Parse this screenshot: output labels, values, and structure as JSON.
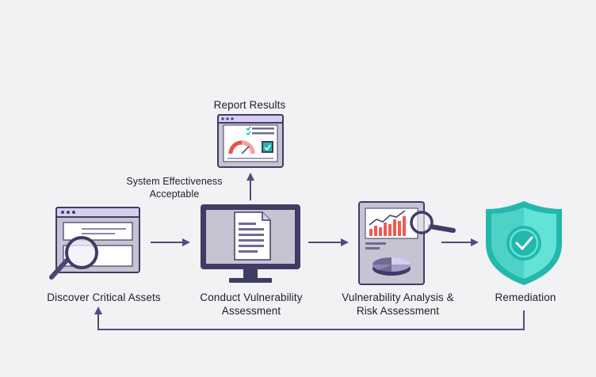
{
  "steps": {
    "discover": "Discover Critical Assets",
    "conduct_line1": "Conduct Vulnerability",
    "conduct_line2": "Assessment",
    "analysis_line1": "Vulnerability Analysis &",
    "analysis_line2": "Risk Assessment",
    "remediation": "Remediation",
    "report": "Report Results"
  },
  "branch_label": {
    "line1": "System Effectiveness",
    "line2": "Acceptable"
  },
  "icons": {
    "discover": "browser-window-magnifier-icon",
    "conduct": "monitor-document-icon",
    "analysis": "report-chart-magnifier-icon",
    "remediation": "shield-check-icon",
    "report": "dashboard-gauge-icon"
  },
  "colors": {
    "background": "#f2f1f3",
    "purple_light": "#d6cdf0",
    "purple_dark": "#3f3d63",
    "window_bg": "#c7c3d3",
    "arrow": "#4f4d7c",
    "teal": "#23b7ad",
    "teal_light": "#62e3d6",
    "gauge_red": "#e5534b",
    "bar_red": "#ef5b52"
  }
}
